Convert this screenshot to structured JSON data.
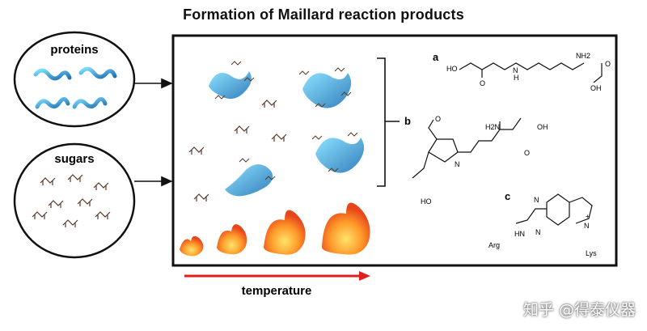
{
  "title": "Formation of Maillard reaction products",
  "inputs": {
    "proteins_label": "proteins",
    "sugars_label": "sugars"
  },
  "axis": {
    "temperature_label": "temperature"
  },
  "structures": {
    "a": {
      "letter": "a",
      "atoms": [
        "HO",
        "O",
        "N",
        "H",
        "NH2",
        "O",
        "OH"
      ]
    },
    "b": {
      "letter": "b",
      "atoms": [
        "O",
        "H2N",
        "OH",
        "O",
        "N",
        "HO"
      ]
    },
    "c": {
      "letter": "c",
      "atoms": [
        "N",
        "N",
        "N",
        "+",
        "Arg",
        "HN",
        "Lys"
      ]
    }
  },
  "watermark": "知乎 @得泰仪器",
  "colors": {
    "protein": "#2aa7c9",
    "sugar": "#5a3a2a",
    "flame_outer": "#f26b1d",
    "flame_inner": "#ffd54a",
    "arrow_red": "#e0201b"
  }
}
